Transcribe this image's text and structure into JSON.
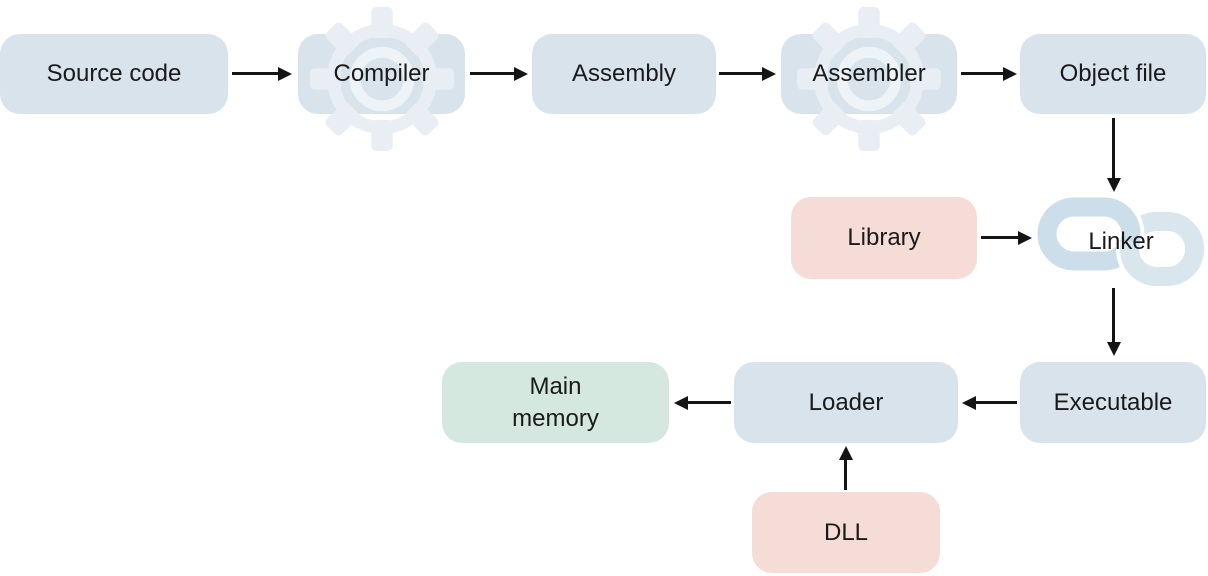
{
  "diagram": {
    "nodes": {
      "source_code": {
        "label": "Source code"
      },
      "compiler": {
        "label": "Compiler",
        "icon": "gear-icon"
      },
      "assembly": {
        "label": "Assembly"
      },
      "assembler": {
        "label": "Assembler",
        "icon": "gear-icon"
      },
      "object_file": {
        "label": "Object file"
      },
      "library": {
        "label": "Library"
      },
      "linker": {
        "label": "Linker",
        "icon": "chain-link-icon"
      },
      "executable": {
        "label": "Executable"
      },
      "loader": {
        "label": "Loader"
      },
      "main_memory": {
        "label": "Main\nmemory"
      },
      "dll": {
        "label": "DLL"
      }
    },
    "edges": [
      {
        "from": "Source code",
        "to": "Compiler"
      },
      {
        "from": "Compiler",
        "to": "Assembly"
      },
      {
        "from": "Assembly",
        "to": "Assembler"
      },
      {
        "from": "Assembler",
        "to": "Object file"
      },
      {
        "from": "Object file",
        "to": "Linker"
      },
      {
        "from": "Library",
        "to": "Linker"
      },
      {
        "from": "Linker",
        "to": "Executable"
      },
      {
        "from": "Executable",
        "to": "Loader"
      },
      {
        "from": "DLL",
        "to": "Loader"
      },
      {
        "from": "Loader",
        "to": "Main memory"
      }
    ],
    "colors": {
      "process_box": "#d8e3ec",
      "library_dll_box": "#f6dcd7",
      "main_memory_box": "#d4e8e0",
      "icon_tint": "#e8eef3",
      "chain_left": "#cbdeea",
      "chain_right": "#d9e6ee",
      "arrow": "#141414",
      "text": "#1a1a1a",
      "background": "#ffffff"
    }
  }
}
